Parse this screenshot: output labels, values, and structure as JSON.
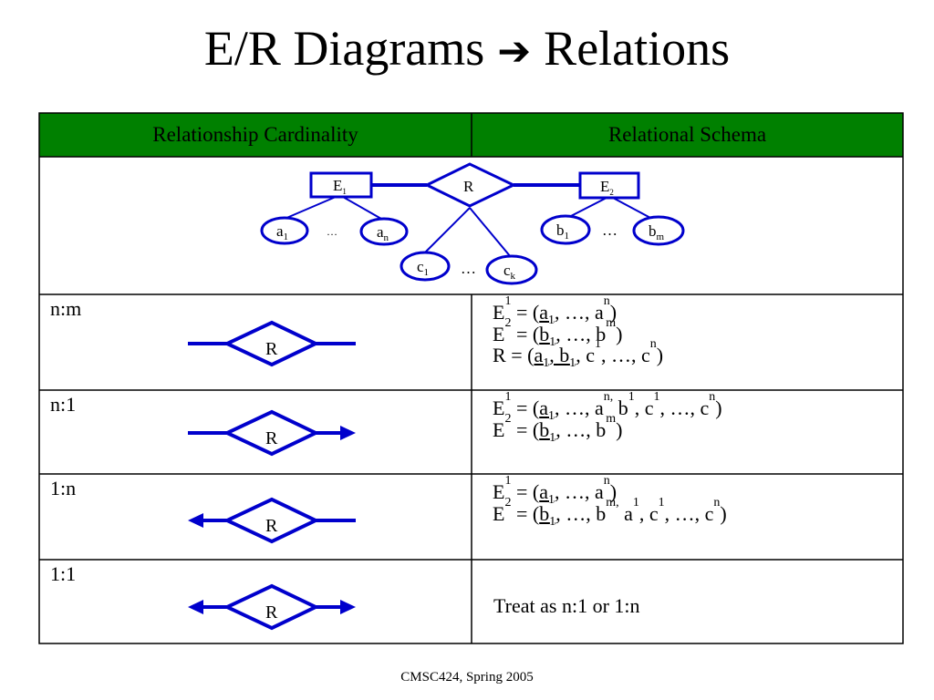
{
  "title": {
    "left": "E/R Diagrams",
    "arrow": "➔",
    "right": "Relations"
  },
  "table": {
    "headers": [
      "Relationship Cardinality",
      "Relational Schema"
    ],
    "diagram": {
      "relationship": "R",
      "entity1": "E",
      "entity1_sub": "1",
      "entity2": "E",
      "entity2_sub": "2",
      "e1_attrs": [
        {
          "base": "a",
          "sub": "1"
        },
        {
          "base": "a",
          "sub": "n"
        }
      ],
      "e2_attrs": [
        {
          "base": "b",
          "sub": "1"
        },
        {
          "base": "b",
          "sub": "m"
        }
      ],
      "r_attrs": [
        {
          "base": "c",
          "sub": "1"
        },
        {
          "base": "c",
          "sub": "k"
        }
      ],
      "ellipsis": "…"
    },
    "rows": [
      {
        "cardinality": "n:m",
        "diamond_label": "R",
        "schema": [
          [
            {
              "t": "E"
            },
            {
              "s": "1"
            },
            {
              "t": " = "
            },
            {
              "t": "("
            },
            {
              "u": "a"
            },
            {
              "us": "1"
            },
            {
              "t": ", …, a"
            },
            {
              "s": "n"
            },
            {
              "t": ")"
            }
          ],
          [
            {
              "t": "E"
            },
            {
              "s": "2"
            },
            {
              "t": " = "
            },
            {
              "t": "("
            },
            {
              "u": "b"
            },
            {
              "us": "1"
            },
            {
              "t": ", …, b"
            },
            {
              "s": "m"
            },
            {
              "t": ")"
            }
          ],
          [
            {
              "t": "R"
            },
            {
              "t": " = "
            },
            {
              "t": "("
            },
            {
              "u": "a"
            },
            {
              "us": "1"
            },
            {
              "u": ", b"
            },
            {
              "us": "1"
            },
            {
              "t": ", c"
            },
            {
              "s": "1"
            },
            {
              "t": ", …, c"
            },
            {
              "s": "n"
            },
            {
              "t": ")"
            }
          ]
        ]
      },
      {
        "cardinality": "n:1",
        "diamond_label": "R",
        "schema": [
          [
            {
              "t": "E"
            },
            {
              "s": "1"
            },
            {
              "t": " = "
            },
            {
              "t": "("
            },
            {
              "u": "a"
            },
            {
              "us": "1"
            },
            {
              "t": ", …, a"
            },
            {
              "s": "n,"
            },
            {
              "t": " b"
            },
            {
              "s": "1"
            },
            {
              "t": ", c"
            },
            {
              "s": "1"
            },
            {
              "t": ", …, c"
            },
            {
              "s": "n"
            },
            {
              "t": ")"
            }
          ],
          [
            {
              "t": "E"
            },
            {
              "s": "2"
            },
            {
              "t": " = "
            },
            {
              "t": "("
            },
            {
              "u": "b"
            },
            {
              "us": "1"
            },
            {
              "t": ", …, b"
            },
            {
              "s": "m"
            },
            {
              "t": ")"
            }
          ]
        ]
      },
      {
        "cardinality": "1:n",
        "diamond_label": "R",
        "schema": [
          [
            {
              "t": "E"
            },
            {
              "s": "1"
            },
            {
              "t": " = "
            },
            {
              "t": "("
            },
            {
              "u": "a"
            },
            {
              "us": "1"
            },
            {
              "t": ", …, a"
            },
            {
              "s": "n"
            },
            {
              "t": ")"
            }
          ],
          [
            {
              "t": "E"
            },
            {
              "s": "2"
            },
            {
              "t": " = "
            },
            {
              "t": "("
            },
            {
              "u": "b"
            },
            {
              "us": "1"
            },
            {
              "t": ", …, b"
            },
            {
              "s": "m,"
            },
            {
              "t": " a"
            },
            {
              "s": "1"
            },
            {
              "t": ", c"
            },
            {
              "s": "1"
            },
            {
              "t": ", …, c"
            },
            {
              "s": "n"
            },
            {
              "t": ")"
            }
          ]
        ]
      },
      {
        "cardinality": "1:1",
        "diamond_label": "R",
        "treat": "Treat as n:1 or 1:n"
      }
    ]
  },
  "footer": "CMSC424, Spring 2005",
  "colors": {
    "header_bg": "#008000",
    "shape_stroke": "#0000CC",
    "border": "#000000"
  }
}
